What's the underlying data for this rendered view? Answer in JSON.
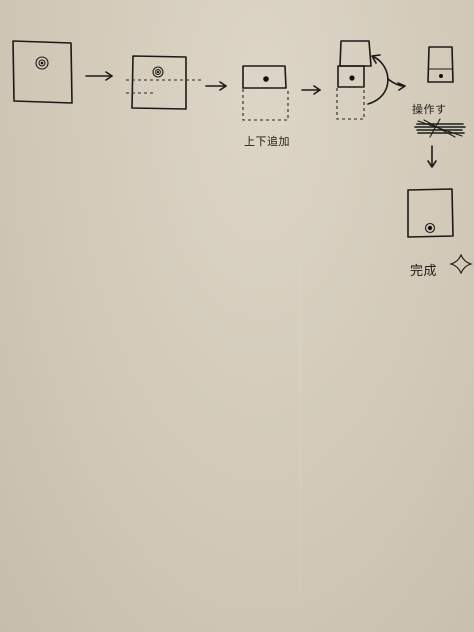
{
  "labels": {
    "step3_caption": "上下追加",
    "step5_caption": "操作す",
    "done_caption": "完成"
  },
  "colors": {
    "paper": "#d4cbbb",
    "ink": "#1c1a18"
  },
  "icons": [
    "sparkle-icon"
  ]
}
